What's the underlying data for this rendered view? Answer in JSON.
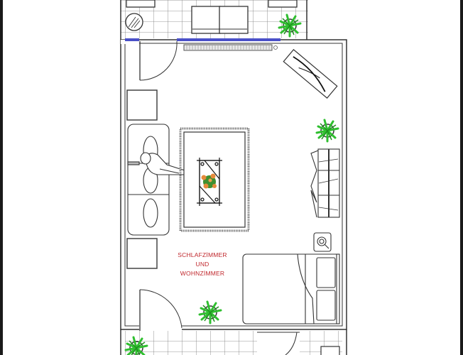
{
  "room": {
    "label_line1": "SCHLAFZİMMER",
    "label_line2": "UND",
    "label_line3": "WOHNZİMMER"
  },
  "colors": {
    "wall": "#333333",
    "window": "#4a50c8",
    "label": "#c0282d",
    "plant_green": "#2fbf2f",
    "flower_orange": "#e58a3a",
    "tile_line": "#555555",
    "frame": "#1a1a1a"
  },
  "furniture": [
    {
      "name": "sofa",
      "icon": "sofa-icon"
    },
    {
      "name": "person-seated",
      "icon": "person-icon"
    },
    {
      "name": "rug",
      "icon": "rug-icon"
    },
    {
      "name": "coffee-table",
      "icon": "table-icon"
    },
    {
      "name": "flower-arrangement",
      "icon": "flower-icon"
    },
    {
      "name": "tv-cabinet",
      "icon": "cabinet-icon"
    },
    {
      "name": "bed",
      "icon": "bed-icon"
    },
    {
      "name": "nightstand-lamp",
      "icon": "lamp-icon"
    },
    {
      "name": "radiator",
      "icon": "radiator-icon"
    },
    {
      "name": "potted-plants",
      "icon": "plant-icon"
    },
    {
      "name": "armchairs",
      "icon": "armchair-icon"
    },
    {
      "name": "side-tables",
      "icon": "side-table-icon"
    }
  ]
}
